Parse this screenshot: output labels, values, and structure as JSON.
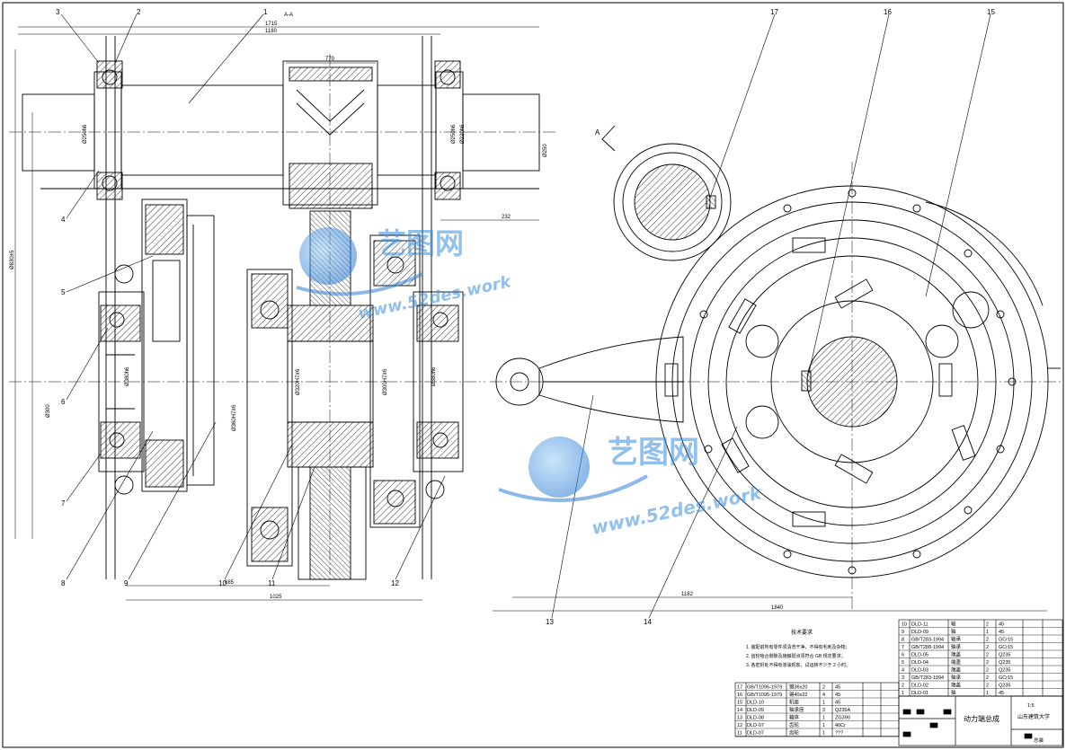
{
  "balloons": {
    "n1": "1",
    "n2": "2",
    "n3": "3",
    "n4": "4",
    "n5": "5",
    "n6": "6",
    "n7": "7",
    "n8": "8",
    "n9": "9",
    "n10": "10",
    "n11": "11",
    "n12": "12",
    "n13": "13",
    "n14": "14",
    "n15": "15",
    "n16": "16",
    "n17": "17"
  },
  "dimensions": {
    "d1715": "1715",
    "d1180": "1180",
    "d770": "770",
    "d232": "232",
    "d685": "685",
    "d1025": "1025",
    "d1182": "1182",
    "d1840": "1840",
    "d830": "Ø250h6",
    "d820": "Ø250h6",
    "d828": "Ø250",
    "shaft_fit": "Ø220h6",
    "v1": "Ø300",
    "v2": "Ø360H7/r6",
    "v3": "Ø320H7/r6",
    "v4": "Ø300H7/r6",
    "side1": "Ø380h6",
    "side2": "Ø380h6",
    "left_total": "Ø830±5",
    "view_mark": "A",
    "top_mark": "A-A"
  },
  "tech_notes": {
    "title": "技术要求",
    "line1": "1. 装配前所有零件须清洗干净，不得有毛刺及杂物；",
    "line2": "2. 齿轮啮合侧隙及接触斑点须符合 GB 规定要求；",
    "line3": "3. 各密封处不得有渗油现象，试运转不少于 2 小时。"
  },
  "bom_right": [
    {
      "no": "10",
      "code": "DLD-11",
      "name": "轴",
      "qty": "2",
      "mat": "45"
    },
    {
      "no": "9",
      "code": "DLD-09",
      "name": "轴",
      "qty": "1",
      "mat": "45"
    },
    {
      "no": "8",
      "code": "GB/T283-1994",
      "name": "轴承",
      "qty": "2",
      "mat": "GCr15"
    },
    {
      "no": "7",
      "code": "GB/T288-1994",
      "name": "轴承",
      "qty": "2",
      "mat": "GCr15"
    },
    {
      "no": "6",
      "code": "DLD-05",
      "name": "端盖",
      "qty": "2",
      "mat": "Q235"
    },
    {
      "no": "5",
      "code": "DLD-04",
      "name": "端盖",
      "qty": "2",
      "mat": "Q235"
    },
    {
      "no": "4",
      "code": "DLD-03",
      "name": "端盖",
      "qty": "2",
      "mat": "Q235"
    },
    {
      "no": "3",
      "code": "GB/T283-1994",
      "name": "轴承",
      "qty": "2",
      "mat": "GCr15"
    },
    {
      "no": "2",
      "code": "DLD-02",
      "name": "端盖",
      "qty": "2",
      "mat": "Q235"
    },
    {
      "no": "1",
      "code": "DLD-01",
      "name": "轴",
      "qty": "1",
      "mat": "45"
    }
  ],
  "bom_left": [
    {
      "no": "17",
      "code": "GB/T1095-1979",
      "name": "键36x20",
      "qty": "2",
      "mat": "45"
    },
    {
      "no": "16",
      "code": "GB/T1095-1979",
      "name": "键40x22",
      "qty": "4",
      "mat": "45"
    },
    {
      "no": "15",
      "code": "DLD-10",
      "name": "机座",
      "qty": "1",
      "mat": "45"
    },
    {
      "no": "14",
      "code": "DLD-09",
      "name": "轴承座",
      "qty": "3",
      "mat": "Q235A"
    },
    {
      "no": "13",
      "code": "DLD-08",
      "name": "箱体",
      "qty": "1",
      "mat": "ZG390"
    },
    {
      "no": "12",
      "code": "DLD-07",
      "name": "齿轮",
      "qty": "1",
      "mat": "40Cr"
    },
    {
      "no": "11",
      "code": "DLD-07",
      "name": "齿轮",
      "qty": "1",
      "mat": "???"
    }
  ],
  "title_block": {
    "drawing_title": "动力端总成",
    "school": "山东建筑大学",
    "scale": "1:5",
    "sheet": "总装"
  },
  "watermark": {
    "brand": "艺图网",
    "url": "www.52des.work"
  }
}
